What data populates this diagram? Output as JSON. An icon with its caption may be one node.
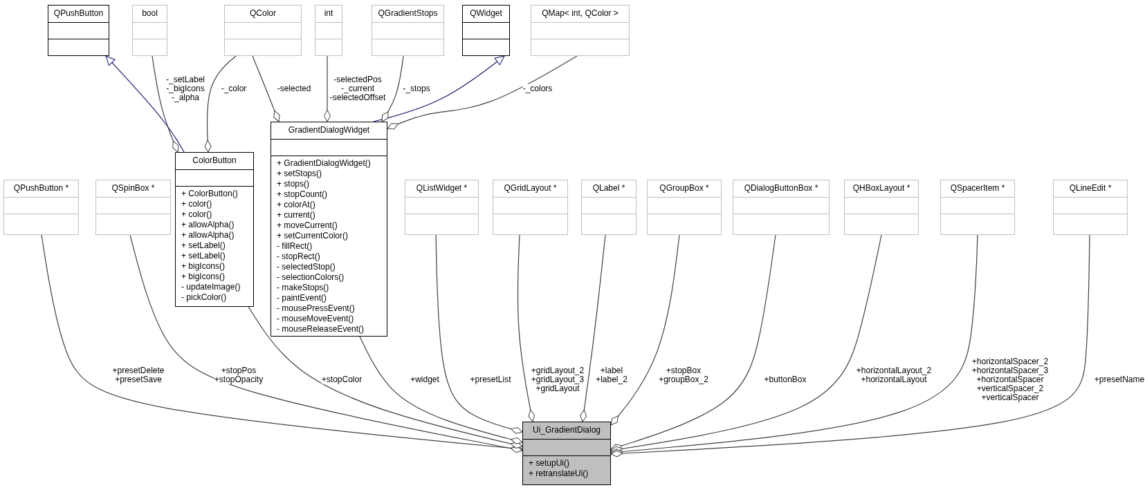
{
  "diagram": {
    "nodes": [
      {
        "text": [
          "QPushButton"
        ]
      },
      {
        "text": [
          "bool"
        ]
      },
      {
        "text": [
          "QColor"
        ]
      },
      {
        "text": [
          "int"
        ]
      },
      {
        "text": [
          "QGradientStops"
        ]
      },
      {
        "text": [
          "QWidget"
        ]
      },
      {
        "text": [
          "QMap< int, QColor >"
        ]
      },
      {
        "text": [
          "ColorButton",
          "+ ColorButton()",
          "+ color()",
          "+ color()",
          "+ allowAlpha()",
          "+ allowAlpha()",
          "+ setLabel()",
          "+ setLabel()",
          "+ bigIcons()",
          "+ bigIcons()",
          "- updateImage()",
          "- pickColor()"
        ]
      },
      {
        "text": [
          "GradientDialogWidget",
          "+ GradientDialogWidget()",
          "+ setStops()",
          "+ stops()",
          "+ stopCount()",
          "+ colorAt()",
          "+ current()",
          "+ moveCurrent()",
          "+ setCurrentColor()",
          "- fillRect()",
          "- stopRect()",
          "- selectedStop()",
          "- selectionColors()",
          "- makeStops()",
          "- paintEvent()",
          "- mousePressEvent()",
          "- mouseMoveEvent()",
          "- mouseReleaseEvent()"
        ]
      },
      {
        "text": [
          "QPushButton *"
        ]
      },
      {
        "text": [
          "QSpinBox *"
        ]
      },
      {
        "text": [
          "QListWidget *"
        ]
      },
      {
        "text": [
          "QGridLayout *"
        ]
      },
      {
        "text": [
          "QLabel *"
        ]
      },
      {
        "text": [
          "QGroupBox *"
        ]
      },
      {
        "text": [
          "QDialogButtonBox *"
        ]
      },
      {
        "text": [
          "QHBoxLayout *"
        ]
      },
      {
        "text": [
          "QSpacerItem *"
        ]
      },
      {
        "text": [
          "QLineEdit *"
        ]
      },
      {
        "text": [
          "Ui_GradientDialog",
          "+ setupUi()",
          "+ retranslateUi()"
        ]
      }
    ],
    "edges": [
      {
        "from": 7,
        "to": 0,
        "arrow": "to",
        "color": "#191970"
      },
      {
        "from": 8,
        "to": 5,
        "arrow": "to",
        "color": "#191970"
      },
      {
        "from": 1,
        "to": 7,
        "arrow": "other",
        "label": "-_setLabel -_bigIcons -_alpha"
      },
      {
        "from": 2,
        "to": 7,
        "arrow": "other",
        "label": "-_color"
      },
      {
        "from": 2,
        "to": 8,
        "arrow": "other",
        "label": "-selected"
      },
      {
        "from": 3,
        "to": 8,
        "arrow": "other",
        "label": "-selectedPos -_current -selectedOffset"
      },
      {
        "from": 4,
        "to": 8,
        "arrow": "other",
        "label": "-_stops"
      },
      {
        "from": 6,
        "to": 8,
        "arrow": "other",
        "label": "-_colors"
      },
      {
        "from": 9,
        "to": 19,
        "arrow": "other",
        "label": "+presetDelete +presetSave"
      },
      {
        "from": 10,
        "to": 19,
        "arrow": "other",
        "label": "+stopPos +stopOpacity"
      },
      {
        "from": 7,
        "to": 19,
        "arrow": "other",
        "label": "+stopColor"
      },
      {
        "from": 8,
        "to": 19,
        "arrow": "other",
        "label": "+widget"
      },
      {
        "from": 11,
        "to": 19,
        "arrow": "other",
        "label": "+presetList"
      },
      {
        "from": 12,
        "to": 19,
        "arrow": "other",
        "label": "+gridLayout_2 +gridLayout_3 +gridLayout"
      },
      {
        "from": 13,
        "to": 19,
        "arrow": "other",
        "label": "+label +label_2"
      },
      {
        "from": 14,
        "to": 19,
        "arrow": "other",
        "label": "+stopBox +groupBox_2"
      },
      {
        "from": 15,
        "to": 19,
        "arrow": "other",
        "label": "+buttonBox"
      },
      {
        "from": 16,
        "to": 19,
        "arrow": "other",
        "label": "+horizontalLayout_2 +horizontalLayout"
      },
      {
        "from": 17,
        "to": 19,
        "arrow": "other",
        "label": "+horizontalSpacer_2 +horizontalSpacer_3 +horizontalSpacer +verticalSpacer_2 +verticalSpacer"
      },
      {
        "from": 18,
        "to": 19,
        "arrow": "other",
        "label": "+presetName"
      }
    ]
  }
}
